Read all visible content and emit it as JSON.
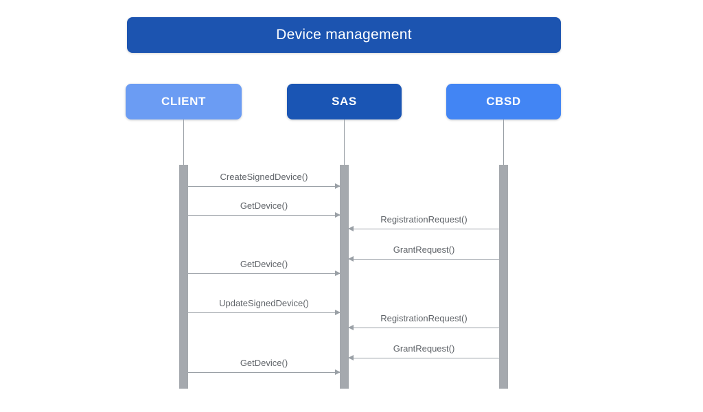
{
  "diagram": {
    "title": "Device management",
    "actors": [
      {
        "id": "client",
        "label": "CLIENT",
        "color": "#6B9CF3"
      },
      {
        "id": "sas",
        "label": "SAS",
        "color": "#1A55B4"
      },
      {
        "id": "cbsd",
        "label": "CBSD",
        "color": "#4285F4"
      }
    ],
    "messages": [
      {
        "label": "CreateSignedDevice()",
        "from": "client",
        "to": "sas"
      },
      {
        "label": "GetDevice()",
        "from": "client",
        "to": "sas"
      },
      {
        "label": "RegistrationRequest()",
        "from": "cbsd",
        "to": "sas"
      },
      {
        "label": "GrantRequest()",
        "from": "cbsd",
        "to": "sas"
      },
      {
        "label": "GetDevice()",
        "from": "client",
        "to": "sas"
      },
      {
        "label": "UpdateSignedDevice()",
        "from": "client",
        "to": "sas"
      },
      {
        "label": "RegistrationRequest()",
        "from": "cbsd",
        "to": "sas"
      },
      {
        "label": "GrantRequest()",
        "from": "cbsd",
        "to": "sas"
      },
      {
        "label": "GetDevice()",
        "from": "client",
        "to": "sas"
      }
    ],
    "colors": {
      "title_bg": "#1C54B0",
      "title_text": "#FFFFFF",
      "actor_text": "#FFFFFF",
      "lifeline": "#9AA0A6",
      "activation_bar": "#A5A9AE",
      "message_text": "#5F6368",
      "arrow": "#9AA0A6",
      "background": "#FFFFFF"
    }
  }
}
